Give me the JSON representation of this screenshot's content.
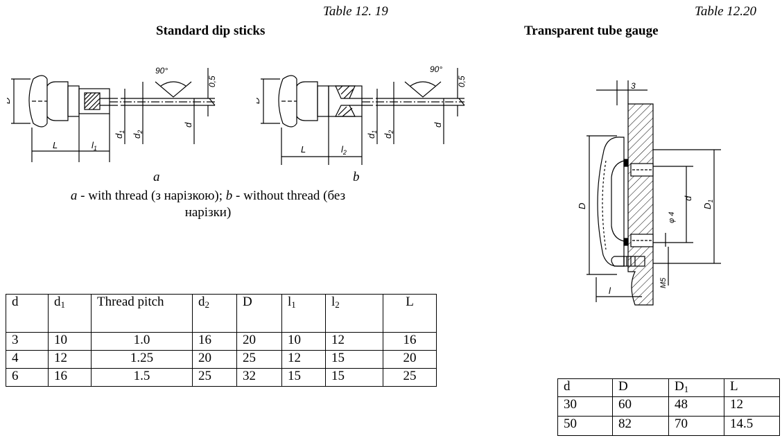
{
  "left": {
    "table_caption": "Table 12. 19",
    "title": "Standard dip sticks",
    "fig_a_label": "a",
    "fig_b_label": "b",
    "dims": {
      "angle": "90°",
      "gap": "0,5",
      "D": "D",
      "L": "L",
      "l1": "l",
      "l1_sub": "1",
      "l2": "l",
      "l2_sub": "2",
      "d": "d",
      "d1": "d",
      "d1_sub": "1",
      "d2": "d",
      "d2_sub": "2"
    },
    "caption_italic_a": "a",
    "caption_part1": " - with  thread (з нарізкою); ",
    "caption_italic_b": "b",
    "caption_part2": " - without thread (без",
    "caption_line2": "нарізки)",
    "table": {
      "headers": [
        {
          "main": "d",
          "sub": ""
        },
        {
          "main": "d",
          "sub": "1"
        },
        {
          "main": "Thread pitch",
          "sub": ""
        },
        {
          "main": "d",
          "sub": "2"
        },
        {
          "main": "D",
          "sub": ""
        },
        {
          "main": "l",
          "sub": "1"
        },
        {
          "main": "l",
          "sub": "2"
        },
        {
          "main": "L",
          "sub": ""
        }
      ],
      "rows": [
        [
          "3",
          "10",
          "1.0",
          "16",
          "20",
          "10",
          "12",
          "16"
        ],
        [
          "4",
          "12",
          "1.25",
          "20",
          "25",
          "12",
          "15",
          "20"
        ],
        [
          "6",
          "16",
          "1.5",
          "25",
          "32",
          "15",
          "15",
          "25"
        ]
      ]
    }
  },
  "right": {
    "table_caption": "Table 12.20",
    "title": "Transparent tube gauge",
    "dims": {
      "top": "3",
      "D": "D",
      "D1": "D",
      "D1_sub": "1",
      "d": "d",
      "phi": "φ 4",
      "m5": "M5",
      "l": "l"
    },
    "table": {
      "headers": [
        "d",
        "D",
        "D1",
        "L"
      ],
      "rows": [
        [
          "30",
          "60",
          "48",
          "12"
        ],
        [
          "50",
          "82",
          "70",
          "14.5"
        ]
      ]
    }
  }
}
